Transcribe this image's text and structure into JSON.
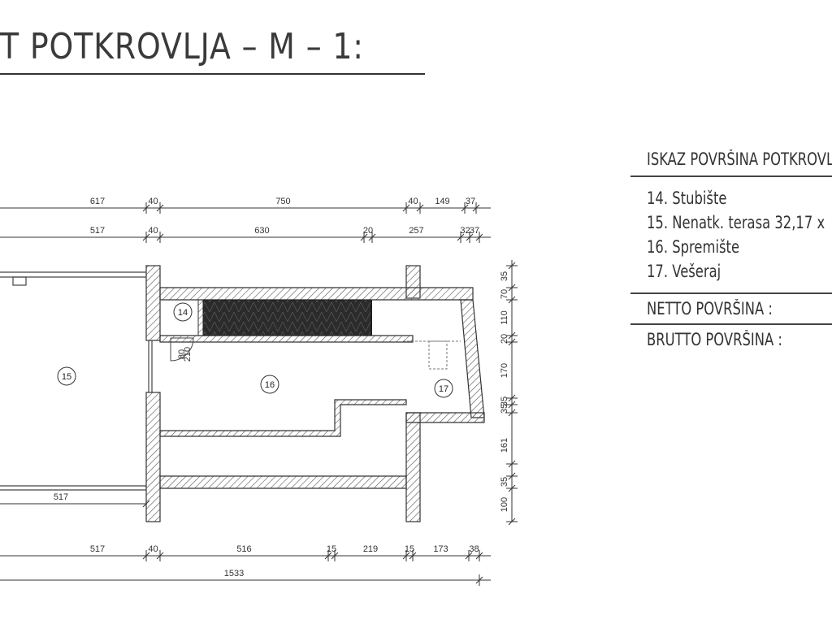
{
  "title": "T POTKROVLJA – M – 1:100",
  "table": {
    "heading": "ISKAZ POVRŠINA POTKROVL",
    "items": [
      "14. Stubište",
      "15. Nenatk. terasa 32,17 x",
      "16. Spremište",
      "17. Vešeraj"
    ],
    "netto": "NETTO POVRŠINA :",
    "brutto": "BRUTTO POVRŠINA :"
  },
  "rooms": [
    "14",
    "15",
    "16",
    "17"
  ],
  "dims": {
    "top1": [
      "617",
      "40",
      "750",
      "40",
      "149",
      "37"
    ],
    "top2": [
      "517",
      "40",
      "630",
      "20",
      "257",
      "32",
      "37"
    ],
    "mid": "517",
    "bottom1": [
      "517",
      "40",
      "516",
      "15",
      "219",
      "15",
      "173",
      "38"
    ],
    "bottom2": "1533",
    "vertical": [
      "35",
      "70",
      "110",
      "20",
      "170",
      "35",
      "35",
      "161",
      "35",
      "100"
    ],
    "door": [
      "80",
      "210"
    ]
  }
}
